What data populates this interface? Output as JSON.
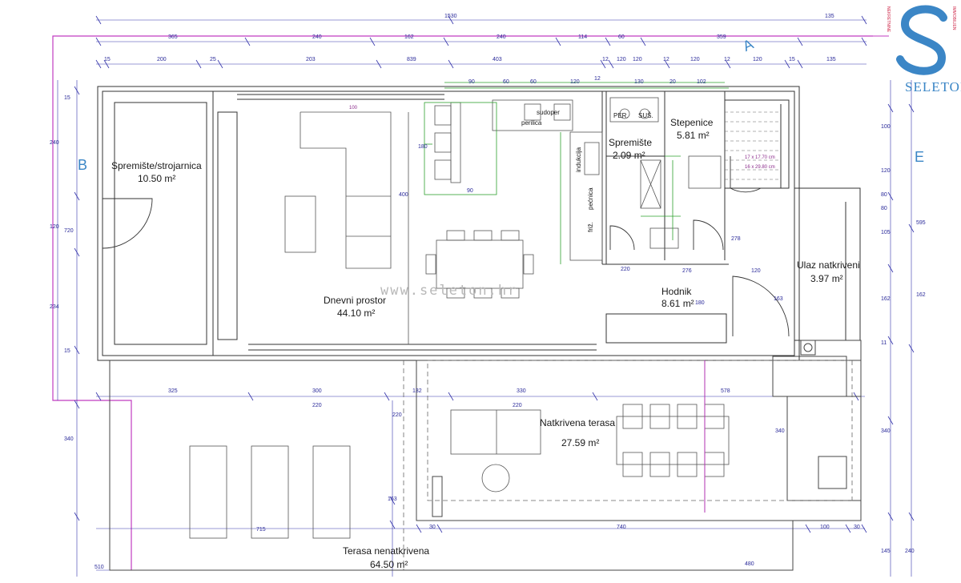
{
  "watermark": "www.seleton.hr",
  "logo": {
    "letter": "S",
    "name": "SELETON",
    "left_text": "NEKRETNINE",
    "right_text": "IMMOBILIEN",
    "brand_color": "#3b86c6",
    "accent_color": "#d03050"
  },
  "axis_labels": {
    "a": "A",
    "b": "B",
    "e": "E"
  },
  "rooms": {
    "storage": {
      "name": "Spremište/strojarnica",
      "area": "10.50 m²"
    },
    "living": {
      "name": "Dnevni prostor",
      "area": "44.10 m²"
    },
    "pantry": {
      "name": "Spremište",
      "area": "2.09 m²"
    },
    "stairs": {
      "name": "Stepenice",
      "area": "5.81 m²"
    },
    "hall": {
      "name": "Hodnik",
      "area": "8.61 m²"
    },
    "entrance": {
      "name": "Ulaz natkriveni",
      "area": "3.97 m²"
    },
    "covered_terrace": {
      "name": "Natkrivena terasa",
      "area": "27.59 m²"
    },
    "open_terrace": {
      "name": "Terasa nenatkrivena",
      "area": "64.50 m²"
    }
  },
  "fixtures": {
    "dishwasher": "sudoper",
    "washer": "perilica",
    "induction": "indukcija",
    "oven": "pećnica",
    "fridge": "friž.",
    "per": "PER.",
    "sus": "SUŠ."
  },
  "stair_notes": [
    "17 x 17.70 cm",
    "16 x 29.80 cm"
  ],
  "dims": {
    "top_overall": "1530",
    "top_right": "135",
    "top_row1": [
      "365",
      "240",
      "162",
      "240",
      "114",
      "60",
      "359"
    ],
    "top_row2": [
      "15",
      "200",
      "25",
      "203",
      "839",
      "403",
      "12",
      "120",
      "120",
      "12",
      "120",
      "12",
      "120",
      "15",
      "135"
    ],
    "green_top": [
      "90",
      "60",
      "60",
      "120",
      "12",
      "130",
      "20",
      "102"
    ],
    "mid_row": [
      "325",
      "300",
      "132",
      "330",
      "578"
    ],
    "mid_sub": [
      "220",
      "220"
    ],
    "bottom": [
      "30",
      "740",
      "100",
      "30"
    ],
    "bottom_overall": "480",
    "left": [
      "15",
      "240",
      "120",
      "720",
      "234",
      "15",
      "340",
      "510"
    ],
    "right": [
      "100",
      "120",
      "80",
      "80",
      "105",
      "162",
      "11",
      "162",
      "595",
      "340",
      "145",
      "240"
    ],
    "inner": [
      "400",
      "180",
      "90",
      "100",
      "220",
      "276",
      "120",
      "180",
      "163",
      "220",
      "163",
      "340",
      "715",
      "278"
    ]
  }
}
